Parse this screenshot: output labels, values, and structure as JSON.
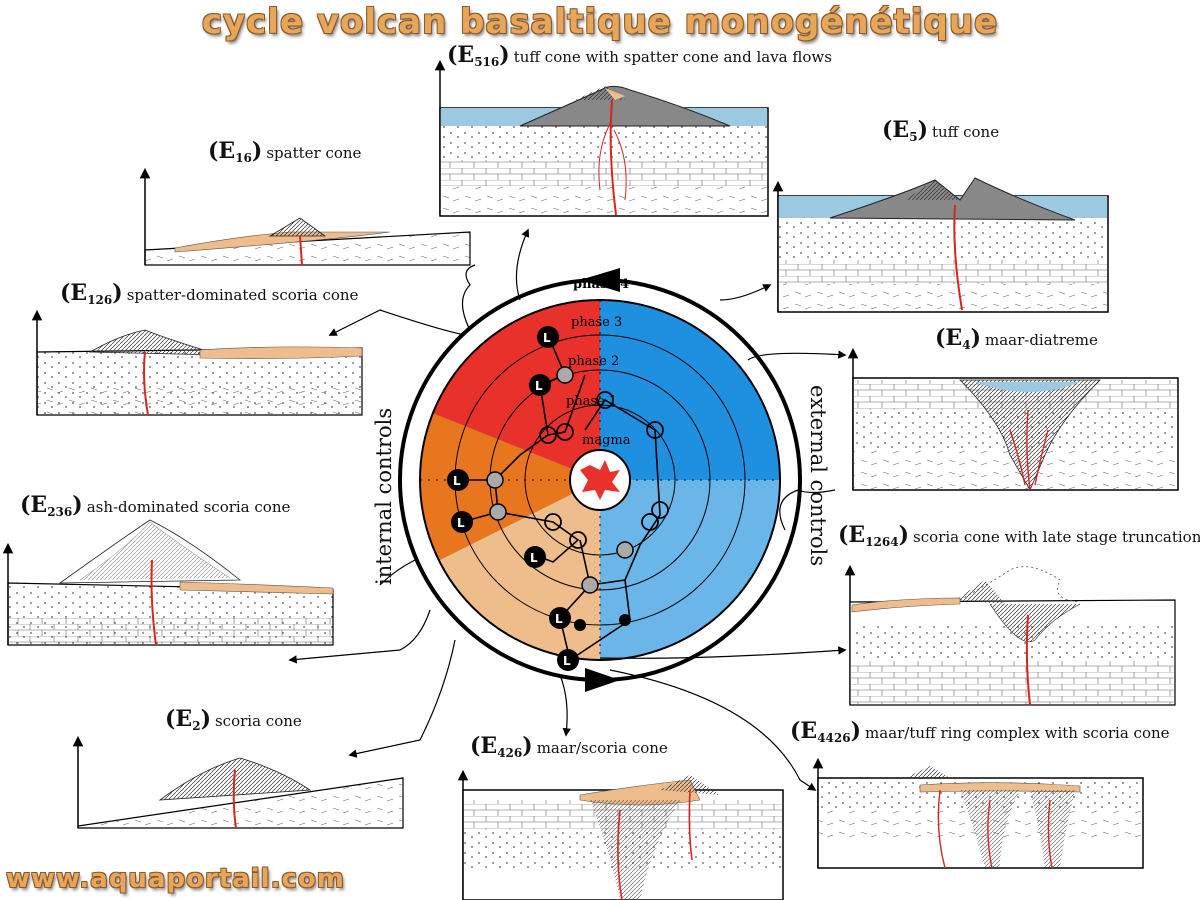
{
  "title": "cycle volcan basaltique monogénétique",
  "footer": "www.aquaportail.com",
  "controls": {
    "internal": "internal controls",
    "external": "external controls"
  },
  "phases": [
    "phase 4",
    "phase 3",
    "phase 2",
    "phase 1"
  ],
  "center_label": "magma",
  "node_letter": "L",
  "panels": [
    {
      "code": "E",
      "sub": "516",
      "desc": "tuff cone with spatter cone and lava flows"
    },
    {
      "code": "E",
      "sub": "16",
      "desc": "spatter cone"
    },
    {
      "code": "E",
      "sub": "5",
      "desc": "tuff cone"
    },
    {
      "code": "E",
      "sub": "126",
      "desc": "spatter-dominated scoria cone"
    },
    {
      "code": "E",
      "sub": "4",
      "desc": "maar-diatreme"
    },
    {
      "code": "E",
      "sub": "236",
      "desc": "ash-dominated scoria cone"
    },
    {
      "code": "E",
      "sub": "1264",
      "desc": "scoria cone with late stage truncation"
    },
    {
      "code": "E",
      "sub": "2",
      "desc": "scoria cone"
    },
    {
      "code": "E",
      "sub": "426",
      "desc": "maar/scoria cone"
    },
    {
      "code": "E",
      "sub": "4426",
      "desc": "maar/tuff ring complex with scoria cone"
    }
  ],
  "colors": {
    "red": "#e8312a",
    "orange": "#e8761e",
    "tan": "#efbd8c",
    "blue_dark": "#1f8fe0",
    "blue_light": "#6ab6e8",
    "water": "#9cc9e2"
  }
}
